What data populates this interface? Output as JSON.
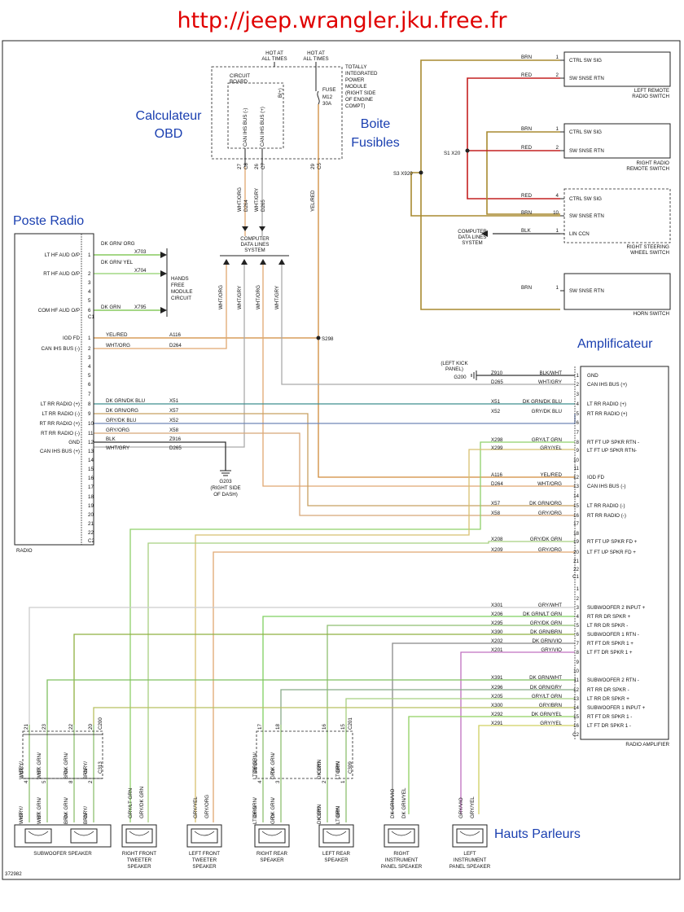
{
  "header": {
    "url": "http://jeep.wrangler.jku.free.fr"
  },
  "annotations": {
    "obd": [
      "Calculateur",
      "OBD"
    ],
    "fuse": [
      "Boite",
      "Fusibles"
    ],
    "radio": "Poste Radio",
    "amp": "Amplificateur",
    "speakers": "Hauts Parleurs"
  },
  "tipm": {
    "hot1": [
      "HOT AT",
      "ALL TIMES"
    ],
    "hot2": [
      "HOT AT",
      "ALL TIMES"
    ],
    "circuit_board": [
      "CIRCUIT",
      "BOARD"
    ],
    "desc": [
      "TOTALLY",
      "INTEGRATED",
      "POWER",
      "MODULE",
      "(RIGHT SIDE",
      "OF ENGINE",
      "COMPT)"
    ],
    "fuse": [
      "FUSE",
      "M12",
      "30A"
    ],
    "bus_minus": "CAN IHS BUS (-)",
    "bus_plus": "CAN IHS BUS (+)",
    "b_plus": "B(+)",
    "pins": [
      "27",
      "26",
      "29"
    ],
    "conn": [
      "C8",
      "C7",
      "C5"
    ],
    "wires": [
      {
        "color": "WHT/ORG",
        "circuit": "D264"
      },
      {
        "color": "WHT/GRY",
        "circuit": "D265"
      },
      {
        "color": "YEL/RED",
        "circuit": ""
      }
    ]
  },
  "cdl": {
    "label": [
      "COMPUTER",
      "DATA LINES",
      "SYSTEM"
    ],
    "wires": [
      "WHT/ORG",
      "WHT/GRY",
      "WHT/ORG",
      "WHT/GRY"
    ]
  },
  "radio": {
    "name": "RADIO",
    "pin_labels": [
      {
        "pin": "1",
        "label": "LT HF AUD O/P"
      },
      {
        "pin": "2",
        "label": "RT HF AUD O/P"
      },
      {
        "pin": "3",
        "label": ""
      },
      {
        "pin": "4",
        "label": ""
      },
      {
        "pin": "5",
        "label": ""
      },
      {
        "pin": "6",
        "label": "COM HF AUD O/P"
      },
      {
        "pin": "C1",
        "label": ""
      },
      {
        "pin": "1",
        "label": "IOD FD"
      },
      {
        "pin": "2",
        "label": "CAN IHS BUS (-)"
      },
      {
        "pin": "3",
        "label": ""
      },
      {
        "pin": "4",
        "label": ""
      },
      {
        "pin": "5",
        "label": ""
      },
      {
        "pin": "6",
        "label": ""
      },
      {
        "pin": "7",
        "label": ""
      },
      {
        "pin": "8",
        "label": "LT RR RADIO (+)"
      },
      {
        "pin": "9",
        "label": "LT RR RADIO (-)"
      },
      {
        "pin": "10",
        "label": "RT RR RADIO (+)"
      },
      {
        "pin": "11",
        "label": "RT RR RADIO (-)"
      },
      {
        "pin": "12",
        "label": "GND"
      },
      {
        "pin": "13",
        "label": "CAN IHS BUS (+)"
      },
      {
        "pin": "14",
        "label": ""
      },
      {
        "pin": "15",
        "label": ""
      },
      {
        "pin": "16",
        "label": ""
      },
      {
        "pin": "17",
        "label": ""
      },
      {
        "pin": "18",
        "label": ""
      },
      {
        "pin": "19",
        "label": ""
      },
      {
        "pin": "20",
        "label": ""
      },
      {
        "pin": "21",
        "label": ""
      },
      {
        "pin": "22",
        "label": ""
      },
      {
        "pin": "C2",
        "label": ""
      }
    ],
    "hf_wires": [
      {
        "color": "DK GRN/\nORG",
        "circuit": "X703"
      },
      {
        "color": "DK GRN/\nYEL",
        "circuit": "X704"
      },
      {
        "color": "DK GRN",
        "circuit": "X795"
      }
    ],
    "wires": [
      {
        "color": "YEL/RED",
        "circuit": "A116"
      },
      {
        "color": "WHT/ORG",
        "circuit": "D264"
      },
      {
        "color": "DK GRN/DK BLU",
        "circuit": "X51"
      },
      {
        "color": "DK GRN/ORG",
        "circuit": "X57"
      },
      {
        "color": "GRY/DK BLU",
        "circuit": "X52"
      },
      {
        "color": "GRY/ORG",
        "circuit": "X58"
      },
      {
        "color": "BLK",
        "circuit": "Z916"
      },
      {
        "color": "WHT/GRY",
        "circuit": "D265"
      }
    ],
    "hands_free": [
      "HANDS",
      "FREE",
      "MODULE",
      "CIRCUIT"
    ],
    "ground": [
      "G203",
      "(RIGHT SIDE",
      "OF DASH)"
    ],
    "splice": "S298"
  },
  "switches": {
    "left": {
      "name": [
        "LEFT REMOTE",
        "RADIO SWITCH"
      ],
      "pins": [
        {
          "pin": "1",
          "color": "BRN",
          "label": "CTRL SW SIG"
        },
        {
          "pin": "2",
          "color": "RED",
          "label": "SW SNSE RTN"
        }
      ]
    },
    "right": {
      "name": [
        "RIGHT RADIO",
        "REMOTE SWITCH"
      ],
      "pins": [
        {
          "pin": "1",
          "color": "BRN",
          "label": "CTRL SW SIG"
        },
        {
          "pin": "2",
          "color": "RED",
          "label": "SW SNSE RTN"
        }
      ]
    },
    "steering": {
      "name": [
        "RIGHT STEERING",
        "WHEEL SWITCH"
      ],
      "pins": [
        {
          "pin": "4",
          "color": "RED",
          "label": "CTRL SW SIG"
        },
        {
          "pin": "10",
          "color": "BRN",
          "label": "SW SNSE RTN"
        },
        {
          "pin": "1",
          "color": "BLK",
          "label": "LIN CCN"
        }
      ]
    },
    "horn": {
      "name": [
        "HORN SWITCH"
      ],
      "pins": [
        {
          "pin": "1",
          "color": "BRN",
          "label": "SW SNSE RTN"
        }
      ]
    },
    "s1": "S1 X20",
    "s3": "S3 X920",
    "cdl": [
      "COMPUTER",
      "DATA LINES",
      "SYSTEM"
    ]
  },
  "amp": {
    "name": "RADIO AMPLIFIER",
    "kick": [
      "(LEFT KICK",
      "PANEL)",
      "G200"
    ],
    "c1": [
      {
        "pin": "1",
        "label": "GND",
        "color": "BLK/WHT",
        "circuit": "Z910"
      },
      {
        "pin": "2",
        "label": "CAN IHS BUS (+)",
        "color": "WHT/GRY",
        "circuit": "D265"
      },
      {
        "pin": "3",
        "label": "",
        "color": "",
        "circuit": ""
      },
      {
        "pin": "4",
        "label": "LT RR RADIO (+)",
        "color": "DK GRN/DK BLU",
        "circuit": "X51"
      },
      {
        "pin": "5",
        "label": "RT RR RADIO (+)",
        "color": "GRY/DK BLU",
        "circuit": "X52"
      },
      {
        "pin": "6",
        "label": "",
        "color": "",
        "circuit": ""
      },
      {
        "pin": "7",
        "label": "",
        "color": "",
        "circuit": ""
      },
      {
        "pin": "8",
        "label": "RT FT UP SPKR RTN -",
        "color": "GRY/LT GRN",
        "circuit": "X298"
      },
      {
        "pin": "9",
        "label": "LT FT UP SPKR RTN-",
        "color": "GRY/YEL",
        "circuit": "X299"
      },
      {
        "pin": "10",
        "label": "",
        "color": "",
        "circuit": ""
      },
      {
        "pin": "11",
        "label": "",
        "color": "",
        "circuit": ""
      },
      {
        "pin": "12",
        "label": "IOD FD",
        "color": "YEL/RED",
        "circuit": "A116"
      },
      {
        "pin": "13",
        "label": "CAN IHS BUS (-)",
        "color": "WHT/ORG",
        "circuit": "D264"
      },
      {
        "pin": "14",
        "label": "",
        "color": "",
        "circuit": ""
      },
      {
        "pin": "15",
        "label": "LT RR RADIO (-)",
        "color": "DK GRN/ORG",
        "circuit": "X57"
      },
      {
        "pin": "16",
        "label": "RT RR RADIO (-)",
        "color": "GRY/ORG",
        "circuit": "X58"
      },
      {
        "pin": "17",
        "label": "",
        "color": "",
        "circuit": ""
      },
      {
        "pin": "18",
        "label": "",
        "color": "",
        "circuit": ""
      },
      {
        "pin": "19",
        "label": "RT FT UP SPKR FD +",
        "color": "GRY/DK GRN",
        "circuit": "X208"
      },
      {
        "pin": "20",
        "label": "LT FT UP SPKR FD +",
        "color": "GRY/ORG",
        "circuit": "X209"
      },
      {
        "pin": "21",
        "label": "",
        "color": "",
        "circuit": ""
      },
      {
        "pin": "22",
        "label": "",
        "color": "",
        "circuit": ""
      },
      {
        "pin": "C1",
        "label": "",
        "color": "",
        "circuit": ""
      }
    ],
    "c2": [
      {
        "pin": "1",
        "label": "",
        "color": "",
        "circuit": ""
      },
      {
        "pin": "2",
        "label": "",
        "color": "",
        "circuit": ""
      },
      {
        "pin": "3",
        "label": "SUBWOOFER 2 INPUT +",
        "color": "GRY/WHT",
        "circuit": "X301"
      },
      {
        "pin": "4",
        "label": "RT RR DR SPKR +",
        "color": "DK GRN/LT GRN",
        "circuit": "X206"
      },
      {
        "pin": "5",
        "label": "LT RR DR SPKR -",
        "color": "GRY/DK GRN",
        "circuit": "X295"
      },
      {
        "pin": "6",
        "label": "SUBWOOFER 1 RTN -",
        "color": "DK GRN/BRN",
        "circuit": "X390"
      },
      {
        "pin": "7",
        "label": "RT FT DR SPKR 1 +",
        "color": "DK GRN/VIO",
        "circuit": "X202"
      },
      {
        "pin": "8",
        "label": "LT FT DR SPKR 1 +",
        "color": "GRY/VIO",
        "circuit": "X201"
      },
      {
        "pin": "9",
        "label": "",
        "color": "",
        "circuit": ""
      },
      {
        "pin": "10",
        "label": "",
        "color": "",
        "circuit": ""
      },
      {
        "pin": "11",
        "label": "SUBWOOFER 2 RTN -",
        "color": "DK GRN/WHT",
        "circuit": "X391"
      },
      {
        "pin": "12",
        "label": "RT RR DR SPKR -",
        "color": "DK GRN/GRY",
        "circuit": "X296"
      },
      {
        "pin": "13",
        "label": "LT RR DR SPKR +",
        "color": "GRY/LT GRN",
        "circuit": "X205"
      },
      {
        "pin": "14",
        "label": "SUBWOOFER 1 INPUT +",
        "color": "GRY/BRN",
        "circuit": "X300"
      },
      {
        "pin": "15",
        "label": "RT FT DR SPKR 1 -",
        "color": "DK GRN/YEL",
        "circuit": "X292"
      },
      {
        "pin": "16",
        "label": "LT FT DR SPKR 1 -",
        "color": "GRY/YEL",
        "circuit": "X291"
      },
      {
        "pin": "C2",
        "label": "",
        "color": "",
        "circuit": ""
      }
    ]
  },
  "speakers": [
    {
      "name": [
        "SUBWOOFER SPEAKER"
      ]
    },
    {
      "name": [
        "RIGHT FRONT",
        "TWEETER",
        "SPEAKER"
      ],
      "wires": [
        "GRY/LT GRN",
        "GRY/DK GRN"
      ]
    },
    {
      "name": [
        "LEFT FRONT",
        "TWEETER",
        "SPEAKER"
      ],
      "wires": [
        "GRY/YEL",
        "GRY/ORG"
      ]
    },
    {
      "name": [
        "RIGHT REAR",
        "SPEAKER"
      ]
    },
    {
      "name": [
        "LEFT REAR",
        "SPEAKER"
      ]
    },
    {
      "name": [
        "RIGHT",
        "INSTRUMENT",
        "PANEL SPEAKER"
      ],
      "wires": [
        "DK GRN/VIO",
        "DK GRN/YEL"
      ]
    },
    {
      "name": [
        "LEFT",
        "INSTRUMENT",
        "PANEL SPEAKER"
      ],
      "wires": [
        "GRY/VIO",
        "GRY/YEL"
      ]
    }
  ],
  "sub_conn": {
    "top_pins": [
      "21",
      "23",
      "22",
      "20"
    ],
    "top_conn": "C200",
    "wires": [
      "GRY/\nWHT",
      "DK GRN/\nWHT",
      "DK GRN/\nBRN",
      "GRY/\nBRN"
    ],
    "mid_pins": [
      "4",
      "5",
      "8",
      "2"
    ],
    "mid_conn": "C313",
    "low_wires": [
      "GRY/\nWHT",
      "DK GRN/\nWHT",
      "DK GRN/\nBRN",
      "GRY/\nBRN"
    ],
    "spk_pins": [
      "3",
      "4",
      "3",
      "4"
    ]
  },
  "rear_conn": {
    "top_pins": [
      "17",
      "18",
      "16",
      "15"
    ],
    "top_conn": "C201",
    "wires": [
      "DK GRN/\nLT GRN",
      "DK GRN/\nGRY",
      "GRY/\nDK GRN",
      "GRY/\nLT GRN"
    ],
    "mid_pins": [
      "4",
      "3",
      "2",
      "1"
    ],
    "mid_conn": "C309",
    "low_wires": [
      "DK GRN/\nLT GRN",
      "DK GRN/\nGRY",
      "GRY/\nDK GRN",
      "GRY/\nLT GRN"
    ]
  },
  "figure_id": "372982",
  "colors": {
    "yel_red": "#d08a3a",
    "wht_org": "#e0a870",
    "wht_gry": "#aaaaaa",
    "dk_grn": "#6fbf3f",
    "gry_blu": "#6f86b8",
    "dk_grn_blu": "#3f8f8f",
    "grn": "#8fd06a",
    "red": "#c42020",
    "brn": "#a88a30",
    "vio": "#c070c0",
    "org": "#e0a050"
  }
}
